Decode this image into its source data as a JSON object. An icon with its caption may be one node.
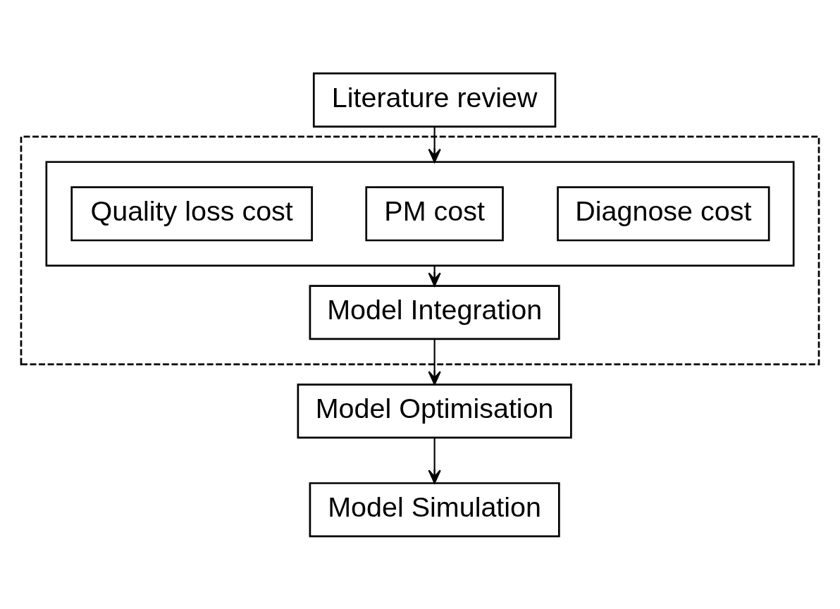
{
  "diagram": {
    "nodes": [
      {
        "text": [
          "Literature review"
        ]
      },
      {
        "text": [],
        "shape": "box"
      },
      {
        "text": [],
        "shape": "box",
        "in": 1
      },
      {
        "text": [
          "Diagnose cost"
        ],
        "in": 2
      },
      {
        "text": [
          "PM cost"
        ],
        "in": 2
      },
      {
        "text": [
          "Quality loss cost"
        ],
        "in": 2
      },
      {
        "text": [
          "Model Integration"
        ],
        "in": 1
      },
      {
        "text": [
          "Model Optimisation"
        ]
      },
      {
        "text": [
          "Model Simulation"
        ]
      }
    ],
    "edges": [
      {
        "from": 0,
        "to": 2,
        "arrow": "to"
      },
      {
        "from": 2,
        "to": 6,
        "arrow": "to"
      },
      {
        "from": 6,
        "to": 7,
        "arrow": "to"
      },
      {
        "from": 7,
        "to": 8,
        "arrow": "to"
      }
    ]
  }
}
